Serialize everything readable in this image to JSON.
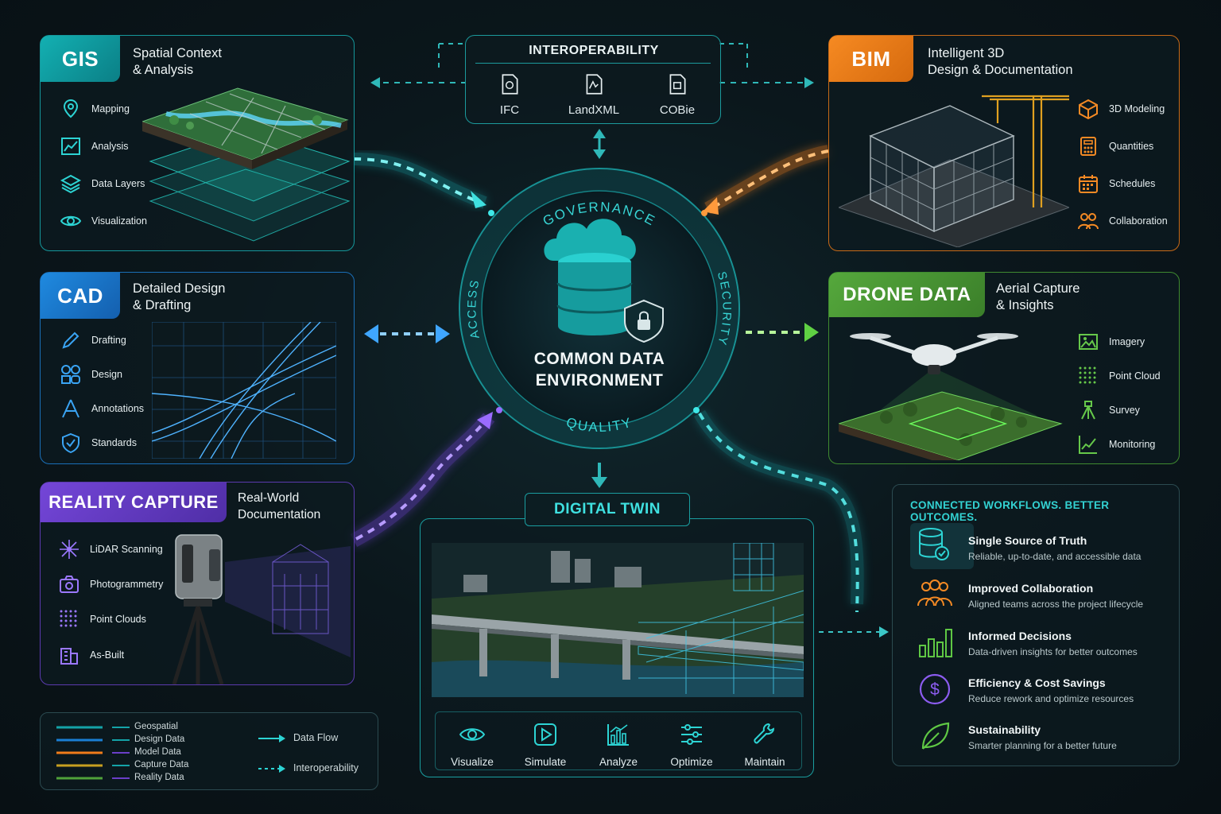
{
  "colors": {
    "gis": "#14a3a8",
    "cad": "#1a7fd4",
    "bim": "#f07d1a",
    "drone": "#4fa23a",
    "reality": "#6a3fc8",
    "core": "#25c6c8"
  },
  "gis": {
    "tag": "GIS",
    "subtitle": "Spatial Context\n& Analysis",
    "items": [
      "Mapping",
      "Analysis",
      "Data Layers",
      "Visualization"
    ]
  },
  "cad": {
    "tag": "CAD",
    "subtitle": "Detailed Design\n& Drafting",
    "items": [
      "Drafting",
      "Design",
      "Annotations",
      "Standards"
    ]
  },
  "reality": {
    "tag": "REALITY CAPTURE",
    "subtitle": "Real-World\nDocumentation",
    "items": [
      "LiDAR Scanning",
      "Photogrammetry",
      "Point Clouds",
      "As-Built"
    ]
  },
  "bim": {
    "tag": "BIM",
    "subtitle": "Intelligent 3D\nDesign & Documentation",
    "items": [
      "3D Modeling",
      "Quantities",
      "Schedules",
      "Collaboration"
    ]
  },
  "drone": {
    "tag": "DRONE DATA",
    "subtitle": "Aerial Capture\n& Insights",
    "items": [
      "Imagery",
      "Point Cloud",
      "Survey",
      "Monitoring"
    ]
  },
  "interop": {
    "title": "INTEROPERABILITY",
    "formats": [
      "IFC",
      "LandXML",
      "COBie"
    ]
  },
  "core": {
    "title_line1": "COMMON DATA",
    "title_line2": "ENVIRONMENT",
    "ring_top": "GOVERNANCE",
    "ring_bottom": "QUALITY",
    "ring_left": "ACCESS",
    "ring_right": "SECURITY"
  },
  "twin": {
    "title": "DIGITAL TWIN",
    "tools": [
      "Visualize",
      "Simulate",
      "Analyze",
      "Optimize",
      "Maintain"
    ]
  },
  "benefits": {
    "title": "CONNECTED WORKFLOWS. BETTER OUTCOMES.",
    "items": [
      {
        "title": "Single Source of Truth",
        "desc": "Reliable, up-to-date, and accessible data"
      },
      {
        "title": "Improved Collaboration",
        "desc": "Aligned teams across the project lifecycle"
      },
      {
        "title": "Informed Decisions",
        "desc": "Data-driven insights for better outcomes"
      },
      {
        "title": "Efficiency & Cost Savings",
        "desc": "Reduce rework and optimize resources"
      },
      {
        "title": "Sustainability",
        "desc": "Smarter planning for a better future"
      }
    ]
  },
  "legend": {
    "series": [
      "Geospatial",
      "Design Data",
      "Model Data",
      "Capture Data",
      "Reality Data"
    ],
    "flow": "Data Flow",
    "interop": "Interoperability"
  }
}
